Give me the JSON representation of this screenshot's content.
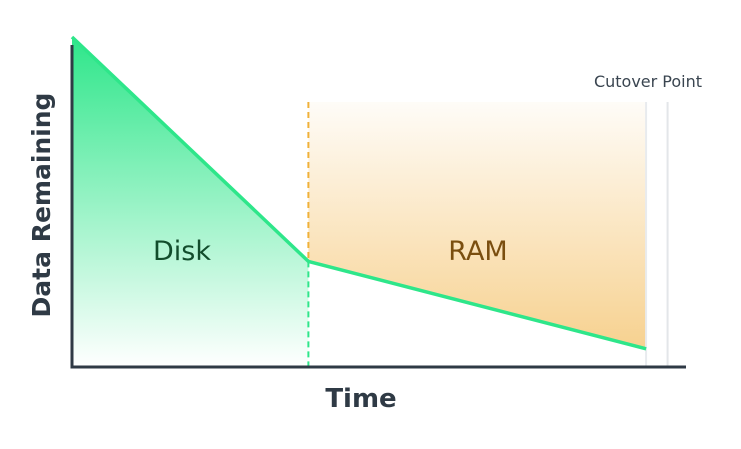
{
  "chart_data": {
    "type": "area",
    "title": "",
    "xlabel": "Time",
    "ylabel": "Data Remaining",
    "axis_ticks": false,
    "grid": false,
    "legend": "none",
    "xlim": [
      0,
      100
    ],
    "ylim": [
      0,
      100
    ],
    "line": {
      "x": [
        0,
        38.5,
        93.5
      ],
      "y": [
        100,
        32,
        5.5
      ],
      "color": "#2ee68a"
    },
    "regions": [
      {
        "label": "Disk",
        "x_start": 0,
        "x_end": 38.5,
        "color": "#2ee68a",
        "text_color": "#124d2c"
      },
      {
        "label": "RAM",
        "x_start": 38.5,
        "x_end": 93.5,
        "color": "#f4c26a",
        "text_color": "#7a4e0f"
      }
    ],
    "phase_boundary": {
      "x": 38.5,
      "upper_color": "#f0b13a",
      "lower_color": "#2ee68a"
    },
    "cutover": {
      "label": "Cutover Point",
      "x": 97
    }
  }
}
